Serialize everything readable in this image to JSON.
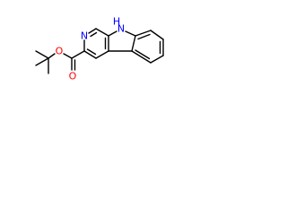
{
  "molecule": {
    "atoms": {
      "ring_nitrogen": "N",
      "indole_nh": "H",
      "indole_n": "N",
      "ester_carbonyl_oxygen": "O",
      "ester_ether_oxygen": "O"
    },
    "colors": {
      "bond": "#000000",
      "nitrogen": "#0000ff",
      "oxygen": "#ff0000"
    }
  }
}
